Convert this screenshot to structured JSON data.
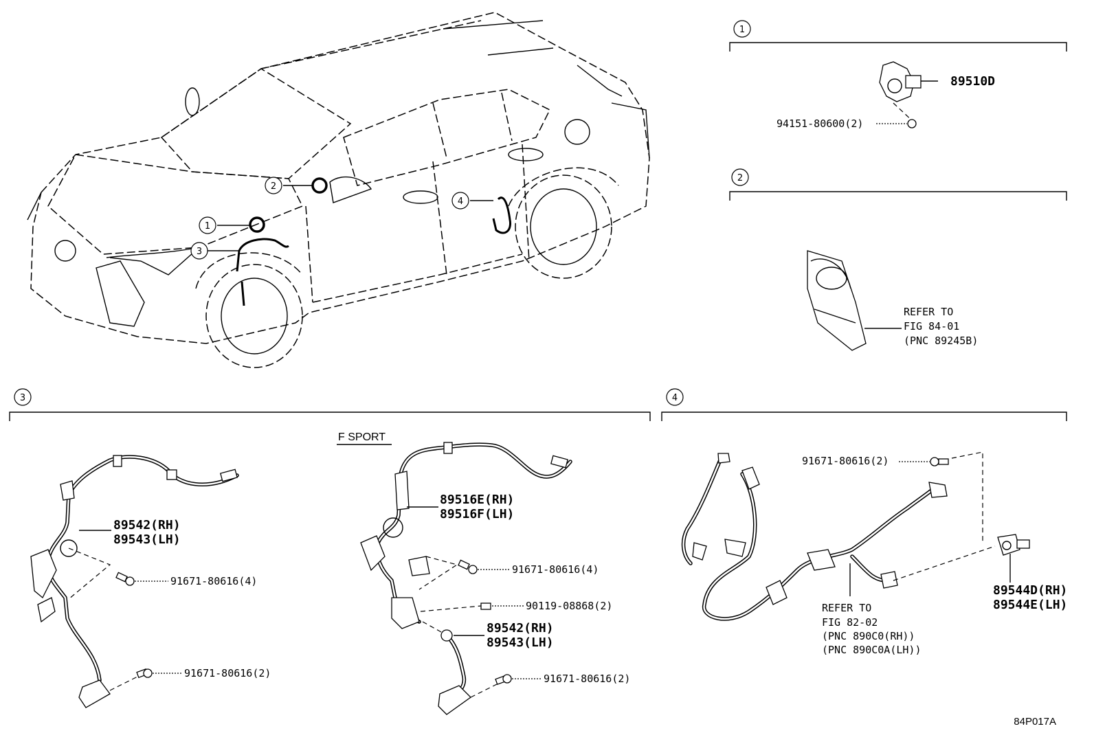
{
  "sections": [
    {
      "number": "1"
    },
    {
      "number": "2"
    },
    {
      "number": "3"
    },
    {
      "number": "4"
    }
  ],
  "callouts": [
    "1",
    "2",
    "3",
    "4"
  ],
  "section1": {
    "part_main": "89510D",
    "part_nut": "94151-80600(2)"
  },
  "section2": {
    "refer_line1": "REFER TO",
    "refer_line2": "FIG 84-01",
    "refer_line3": "(PNC 89245B)"
  },
  "section3": {
    "variant_label": "F SPORT",
    "std_harness_rh": "89542(RH)",
    "std_harness_lh": "89543(LH)",
    "std_bolt_upper": "91671-80616(4)",
    "std_bolt_lower": "91671-80616(2)",
    "fs_wire_rh": "89516E(RH)",
    "fs_wire_lh": "89516F(LH)",
    "fs_bolt_upper": "91671-80616(4)",
    "fs_screw": "90119-08868(2)",
    "fs_harness_rh": "89542(RH)",
    "fs_harness_lh": "89543(LH)",
    "fs_bolt_lower": "91671-80616(2)"
  },
  "section4": {
    "bolt": "91671-80616(2)",
    "sensor_rh": "89544D(RH)",
    "sensor_lh": "89544E(LH)",
    "refer_line1": "REFER TO",
    "refer_line2": "FIG 82-02",
    "refer_line3": "(PNC 890C0(RH))",
    "refer_line4": "(PNC 890C0A(LH))"
  },
  "figure_code": "84P017A"
}
